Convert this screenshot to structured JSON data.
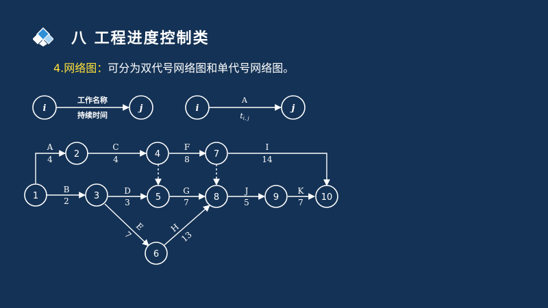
{
  "header": {
    "title": "八  工程进度控制类"
  },
  "intro": {
    "highlight": "4.网络图：",
    "text": "可分为双代号网络图和单代号网络图。"
  },
  "legend": {
    "double": {
      "start_node": "i",
      "end_node": "j",
      "label_top": "工作名称",
      "label_bottom": "持续时间"
    },
    "single": {
      "start_node": "i",
      "end_node": "j",
      "label_top": "A",
      "label_bottom": "t",
      "label_bottom_sub": "i, j"
    }
  },
  "network": {
    "nodes": [
      "1",
      "2",
      "3",
      "4",
      "5",
      "6",
      "7",
      "8",
      "9",
      "10"
    ],
    "activities": [
      {
        "from": "1",
        "to": "2",
        "name": "A",
        "duration": "4"
      },
      {
        "from": "1",
        "to": "3",
        "name": "B",
        "duration": "2"
      },
      {
        "from": "2",
        "to": "4",
        "name": "C",
        "duration": "4"
      },
      {
        "from": "3",
        "to": "5",
        "name": "D",
        "duration": "3"
      },
      {
        "from": "3",
        "to": "6",
        "name": "E",
        "duration": "7"
      },
      {
        "from": "4",
        "to": "7",
        "name": "F",
        "duration": "8"
      },
      {
        "from": "5",
        "to": "8",
        "name": "G",
        "duration": "7"
      },
      {
        "from": "6",
        "to": "8",
        "name": "H",
        "duration": "13"
      },
      {
        "from": "7",
        "to": "10",
        "name": "I",
        "duration": "14"
      },
      {
        "from": "8",
        "to": "9",
        "name": "J",
        "duration": "5"
      },
      {
        "from": "9",
        "to": "10",
        "name": "K",
        "duration": "7"
      }
    ],
    "dummies": [
      {
        "from": "4",
        "to": "5"
      },
      {
        "from": "7",
        "to": "8"
      }
    ]
  },
  "colors": {
    "background": "#143255",
    "highlight": "#ffe03a",
    "logo_blue": "#2f8fd6",
    "logo_light": "#a9d4f5"
  }
}
